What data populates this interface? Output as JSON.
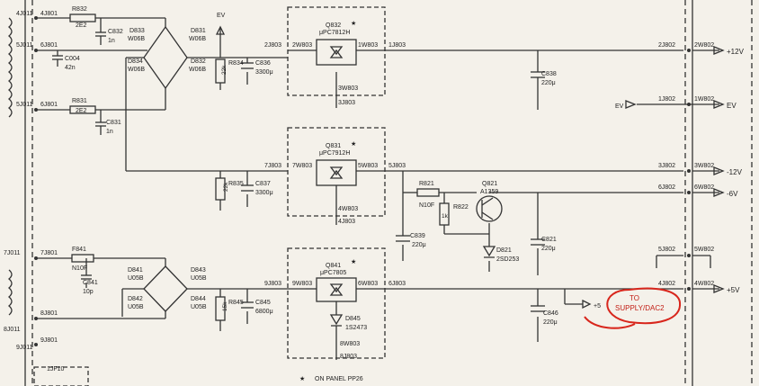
{
  "left_connectors": {
    "j4_j011": "4J011",
    "j5_j011_a": "5J011",
    "j5_j011_b": "5J011",
    "j7_j011": "7J011",
    "j8_j011": "8J011",
    "j9_j011": "9J011",
    "j4_j801": "4J801",
    "j6_j801_a": "6J801",
    "j6_j801_b": "6J801",
    "j7_j801": "7J801",
    "j8_j801": "8J801",
    "j9_j801": "9J801",
    "jf10": "1JF10"
  },
  "upper": {
    "r832": "R832",
    "r832_val": "2E2",
    "c832": "C832",
    "c832_val": "1n",
    "c004": "C004",
    "c004_val": "42n",
    "r831": "R831",
    "r831_val": "2E2",
    "c831": "C831",
    "c831_val": "1n",
    "d833": "D833",
    "d833_val": "W06B",
    "d831": "D831",
    "d831_val": "W06B",
    "d834": "D834",
    "d834_val": "W06B",
    "d832": "D832",
    "d832_val": "W06B",
    "ev_top": "EV",
    "r834": "R834",
    "r834_val": "22k",
    "c836": "C836",
    "c836_val": "3300μ",
    "j2_j803": "2J803",
    "j2_w803": "2W803",
    "j1_w803": "1W803",
    "j1_j803": "1J803",
    "j3_w803": "3W803",
    "j3_j803": "3J803",
    "q832": "Q832",
    "q832_type": "μPC7812H",
    "star": "★",
    "c838": "C838",
    "c838_val": "220μ"
  },
  "middle": {
    "j7_j803": "7J803",
    "j7_w803": "7W803",
    "j5_w803": "5W803",
    "j5_j803": "5J803",
    "j4_w803": "4W803",
    "j4_j803": "4J803",
    "q831": "Q831",
    "q831_type": "μPC7912H",
    "r835": "R835",
    "r835_val": "22k",
    "c837": "C837",
    "c837_val": "3300μ",
    "q821": "Q821",
    "q821_type": "A1359",
    "r821": "R821",
    "r821_val": "N10F",
    "r822": "R822",
    "r822_val": "1k",
    "c839": "C839",
    "c839_val": "220μ",
    "c821": "C821",
    "c821_val": "220μ",
    "d821": "D821",
    "d821_val": "2SD253"
  },
  "lower": {
    "f841": "F841",
    "f841_val": "N10F",
    "c841": "C841",
    "c841_val": "10p",
    "d841": "D841",
    "d841_val": "U05B",
    "d843": "D843",
    "d843_val": "U05B",
    "d842": "D842",
    "d842_val": "U05B",
    "d844": "D844",
    "d844_val": "U05B",
    "r845": "R845",
    "r845_val": "15k",
    "c845": "C845",
    "c845_val": "6800μ",
    "j9_j803": "9J803",
    "j9_w803": "9W803",
    "j6_w803": "6W803",
    "j6_j803": "6J803",
    "j8_w803": "8W803",
    "j8_j803": "8J803",
    "q841": "Q841",
    "q841_type": "μPC7805",
    "d845": "D845",
    "d845_val": "1S2473",
    "c846": "C846",
    "c846_val": "220μ",
    "plus5": "+5",
    "note_star": "★",
    "note_text": "ON PANEL  PP26"
  },
  "right_connectors": {
    "j2_j802": "2J802",
    "j2_w802": "2W802",
    "j1_j802": "1J802",
    "j1_w802": "1W802",
    "j3_j802": "3J802",
    "j3_w802": "3W802",
    "j6_j802": "6J802",
    "j6_w802": "6W802",
    "j5_j802": "5J802",
    "j5_w802": "5W802",
    "j4_j802": "4J802",
    "j4_w802": "4W802",
    "ev_in": "EV"
  },
  "rails": {
    "p12": "+12V",
    "ev": "EV",
    "m12": "-12V",
    "m6": "-6V",
    "p5": "+5V"
  },
  "annotation": {
    "line1": "TO",
    "line2": "SUPPLY/DAC2"
  }
}
